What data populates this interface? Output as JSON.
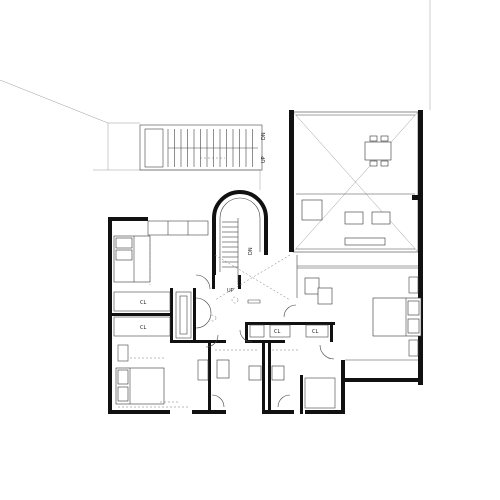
{
  "labels": {
    "closet_upper": "CL",
    "closet_lower": "CL",
    "closet_mid_a": "CL",
    "closet_mid_b": "CL",
    "stair_main_up": "UP",
    "stair_main_dn": "DN",
    "stair_upper_dn": "DN",
    "stair_upper_up": "UP"
  },
  "colors": {
    "wall": "#111111",
    "line": "#444444",
    "faint": "#9a9a9a"
  }
}
